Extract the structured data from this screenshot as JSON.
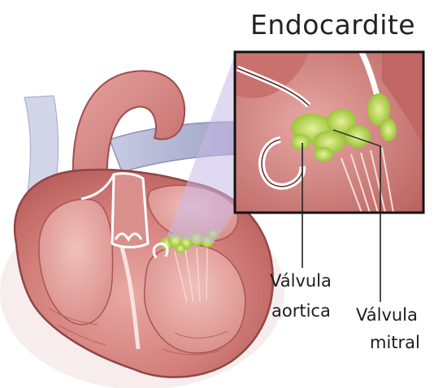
{
  "title": "Endocardite",
  "labels": {
    "aortic_line1": "Válvula",
    "aortic_line2": "aortica",
    "mitral_line1": "Válvula",
    "mitral_line2": "mitral"
  },
  "colors": {
    "heart_wall": "#c46a6a",
    "heart_inner": "#e7a3a3",
    "chamber": "#d88a8a",
    "vessel": "#b8bcd6",
    "vegetation": "#b7d54a",
    "inset_border": "#111111",
    "callout_fill": "#c9b8e6"
  }
}
